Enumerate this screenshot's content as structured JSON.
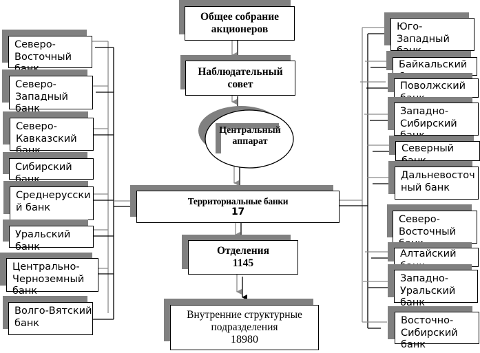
{
  "diagram": {
    "top_nodes": {
      "shareholders_meeting": "Общее собрание акционеров",
      "supervisory_board": "Наблюдательный совет",
      "central_office": "Центральный аппарат",
      "territorial_banks": {
        "label": "Территориальные банки",
        "count": "17"
      },
      "branches": {
        "label": "Отделения",
        "count": "1145"
      },
      "internal_units": {
        "label": "Внутренние структурные подразделения",
        "count": "18980"
      }
    },
    "left_banks": [
      "Северо-Восточный банк",
      "Северо-Западный банк",
      "Северо-Кавказский банк",
      "Сибирский банк",
      "Среднерусский банк",
      "Уральский банк",
      "Центрально-Черноземный банк",
      "Волго-Вятский банк"
    ],
    "right_banks": [
      "Юго-Западный банк",
      "Байкальский банк",
      "Поволжский банк",
      "Западно-Сибирский банк",
      "Северный банк",
      "Дальневосточный банк",
      "Северо-Восточный банк",
      "Алтайский банк",
      "Западно-Уральский банк",
      "Восточно-Сибирский банк"
    ],
    "colors": {
      "shadow": "#808080",
      "border": "#000000",
      "connector_gray": "#8a8a8a"
    }
  }
}
